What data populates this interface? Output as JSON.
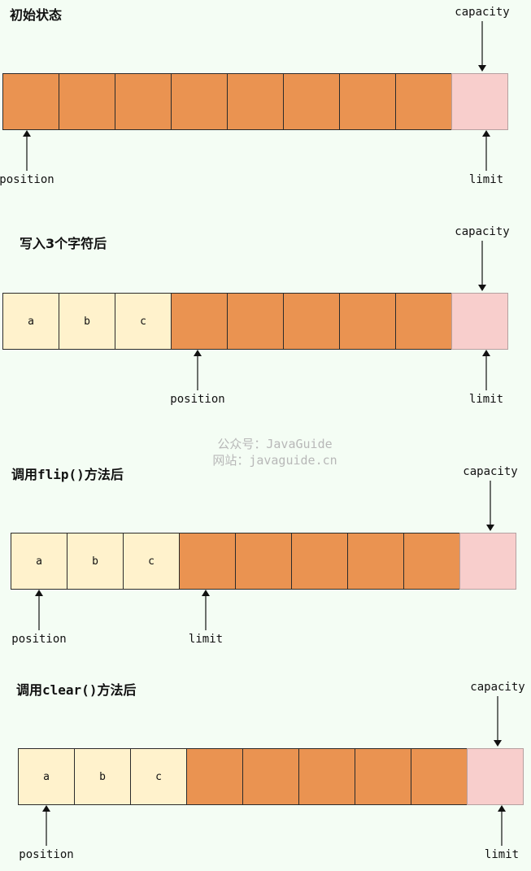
{
  "labels": {
    "position": "position",
    "limit": "limit",
    "capacity": "capacity"
  },
  "sections": [
    {
      "title": "初始状态",
      "cells": [
        "",
        "",
        "",
        "",
        "",
        "",
        "",
        "",
        ""
      ],
      "filled_count": 0
    },
    {
      "title": "写入3个字符后",
      "cells": [
        "a",
        "b",
        "c",
        "",
        "",
        "",
        "",
        "",
        ""
      ],
      "filled_count": 3
    },
    {
      "title_prefix": "调用",
      "title_code": "flip()",
      "title_suffix": "方法后",
      "cells": [
        "a",
        "b",
        "c",
        "",
        "",
        "",
        "",
        "",
        ""
      ],
      "filled_count": 3
    },
    {
      "title_prefix": "调用",
      "title_code": "clear()",
      "title_suffix": "方法后",
      "cells": [
        "a",
        "b",
        "c",
        "",
        "",
        "",
        "",
        "",
        ""
      ],
      "filled_count": 3
    }
  ],
  "watermark": {
    "line1": "公众号：JavaGuide",
    "line2": "网站：javaguide.cn"
  },
  "colors": {
    "filled": "#fff2cc",
    "empty": "#ea9351",
    "capacity_cell": "#f8cecc",
    "background": "#f4fdf4"
  }
}
